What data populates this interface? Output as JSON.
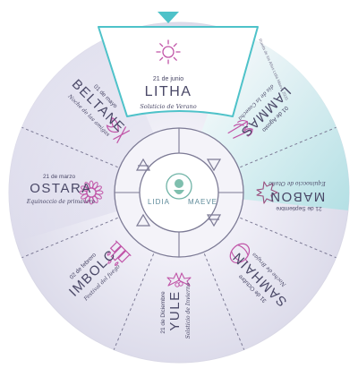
{
  "brand": {
    "left": "LIDIA",
    "right": "MAEVE"
  },
  "credit": "Rueda de los Años Lidia Maeve 2020",
  "colors": {
    "accent_cyan": "#4ec2c9",
    "icon_pink": "#c155a8",
    "text": "#4a4867"
  },
  "sabbats": [
    {
      "id": "litha",
      "name": "LITHA",
      "date": "21 de junio",
      "subtitle": "Solsticio de Verano",
      "icon": "sun-icon"
    },
    {
      "id": "lammas",
      "name": "LAMMAS",
      "date": "01 de Agosto",
      "subtitle": "día de la Cosecha",
      "icon": "wheat-icon"
    },
    {
      "id": "mabon",
      "name": "MABON",
      "date": "21 de Septiembre",
      "subtitle": "Equinoccio de Otoño",
      "icon": "maple-leaf-icon"
    },
    {
      "id": "samhain",
      "name": "SAMHAIN",
      "date": "31 de Octubre",
      "subtitle": "Noche de Brujas",
      "icon": "pumpkin-icon"
    },
    {
      "id": "yule",
      "name": "YULE",
      "date": "21 de Diciembre",
      "subtitle": "Solsticio de Invierno",
      "icon": "holly-icon"
    },
    {
      "id": "imbolc",
      "name": "IMBOLC",
      "date": "02 de febrero",
      "subtitle": "Festival del fuego",
      "icon": "candles-icon"
    },
    {
      "id": "ostara",
      "name": "OSTARA",
      "date": "21 de marzo",
      "subtitle": "Equinoccio de primavera",
      "icon": "sunflower-icon"
    },
    {
      "id": "beltane",
      "name": "BELTANE",
      "date": "01 de mayo",
      "subtitle": "Noche de las amigas",
      "icon": "bonfire-icon"
    }
  ],
  "elements": [
    {
      "name": "air",
      "icon": "air-triangle-icon"
    },
    {
      "name": "fire",
      "icon": "fire-triangle-icon"
    },
    {
      "name": "water",
      "icon": "water-triangle-icon"
    },
    {
      "name": "earth",
      "icon": "earth-triangle-icon"
    }
  ]
}
